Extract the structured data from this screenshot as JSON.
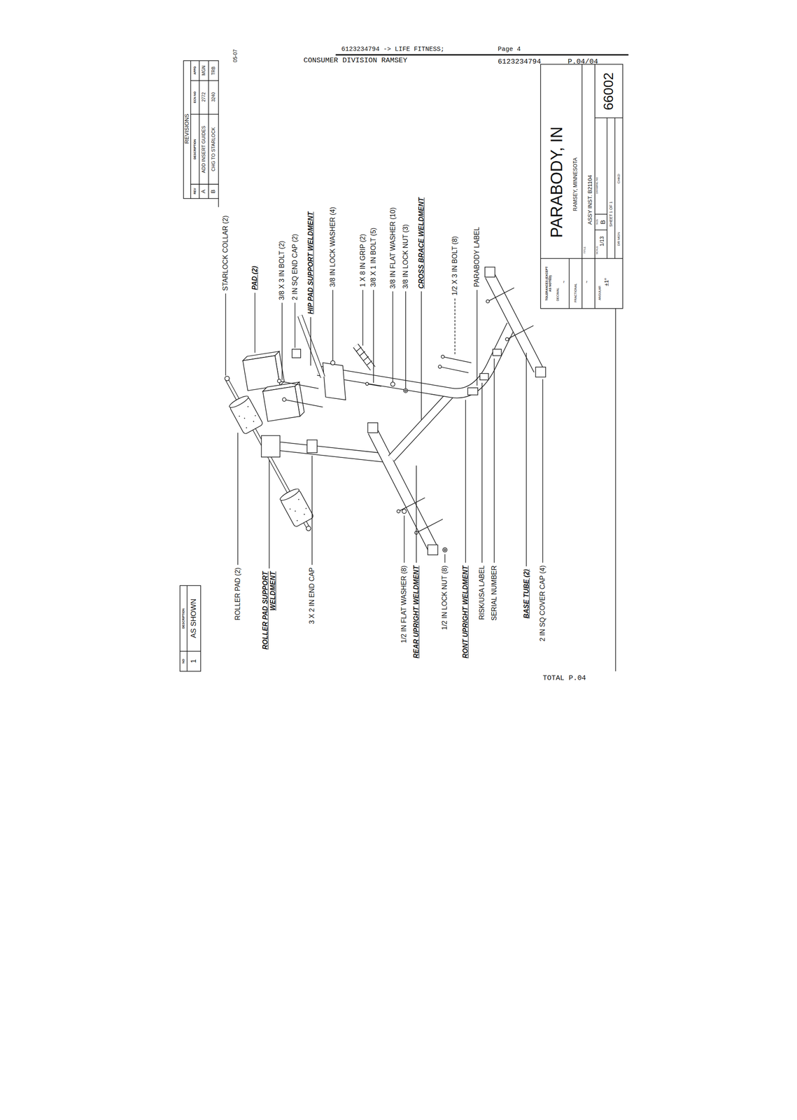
{
  "diagram": {
    "labels": [
      "6123234794 -> LIFE FITNESS;",
      "Page 4",
      "CONSUMER DIVISION RAMSEY",
      "6123234794",
      "P.04/04",
      "05-07",
      "REVISIONS",
      "REV",
      "DESCRIPTION",
      "ECN NO",
      "APPD",
      "A",
      "ADD INSERT GUIDES",
      "2772",
      "MGN",
      "B",
      "CHG TO STARLOCK",
      "3240",
      "TRB",
      "STARLOCK COLLAR (2)",
      "PAD (2)",
      "3/8 X 3 IN BOLT (2)",
      "2 IN SQ END CAP (2)",
      "HIP PAD SUPPORT WELDMENT",
      "3/8 IN LOCK WASHER (4)",
      "1 X 8 IN GRIP (2)",
      "3/8 X 1 IN BOLT (5)",
      "3/8 IN FLAT WASHER (10)",
      "3/8 IN LOCK NUT (3)",
      "CROSS BRACE WELDMENT",
      "1/2 X 3 IN BOLT (8)",
      "PARABODY LABEL",
      "ROLLER PAD (2)",
      "ROLLER PAD SUPPORT WELDMENT",
      "3 X 2 IN END CAP",
      "1/2 IN FLAT WASHER (8)",
      "REAR UPRIGHT WELDMENT",
      "1/2 IN LOCK NUT (8)",
      "RONT UPRIGHT WELDMENT",
      "RISK/USA LABEL",
      "SERIAL NUMBER",
      "BASE TUBE (2)",
      "2 IN SQ COVER CAP (4)",
      "NO",
      "DESCRIPTION",
      "1",
      "AS SHOWN",
      "TOLERANCES (EXCEPT AS NOTED)",
      "DECIMAL",
      "~",
      "FRACTIONAL",
      "~",
      "ANGULAR",
      "±1°",
      "PARABODY, IN",
      "RAMSEY, MINNESOTA",
      "TITLE",
      "ASSY INST. B21104",
      "SCALE",
      "1/13",
      "SIZE",
      "B",
      "DRAWING NO",
      "66002",
      "SHEET 1 OF 1",
      "DR MGN",
      "CHKD",
      "TOTAL P.04"
    ]
  }
}
